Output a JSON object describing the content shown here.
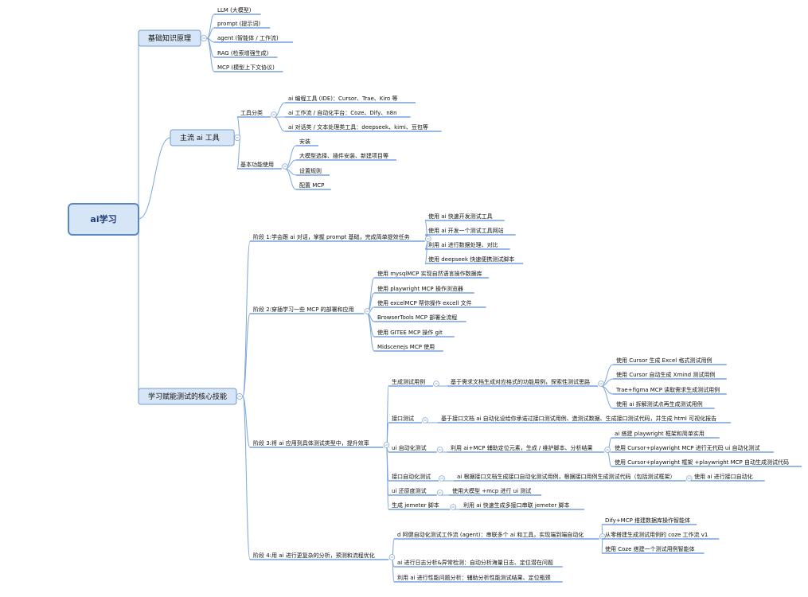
{
  "root": {
    "label": "ai学习"
  },
  "branches": [
    {
      "label": "基础知识原理",
      "children": [
        {
          "label": "LLM (大模型)"
        },
        {
          "label": "prompt (提示词)"
        },
        {
          "label": "agent (智能体 / 工作流)"
        },
        {
          "label": "RAG (检索增强生成)"
        },
        {
          "label": "MCP (模型上下文协议)"
        }
      ]
    },
    {
      "label": "主流 ai 工具",
      "children": [
        {
          "label": "工具分类",
          "children": [
            {
              "label": "ai 编程工具 (IDE)：Cursor、Trae、Kiro 等"
            },
            {
              "label": "ai 工作流 / 自动化平台：Coze、Dify、n8n"
            },
            {
              "label": "ai 对话类 / 文本处理类工具：deepseek、kimi、豆包等"
            }
          ]
        },
        {
          "label": "基本功能使用",
          "children": [
            {
              "label": "安装"
            },
            {
              "label": "大模型选择、插件安装、新建项目等"
            },
            {
              "label": "设置规则"
            },
            {
              "label": "配置 MCP"
            }
          ]
        }
      ]
    },
    {
      "label": "学习赋能测试的核心技能",
      "children": [
        {
          "label": "阶段 1:学会跟 ai 对话，掌握 prompt 基础，完成简单提效任务",
          "children": [
            {
              "label": "使用 ai 快速开发测试工具"
            },
            {
              "label": "使用 ai 开发一个测试工具网站"
            },
            {
              "label": "利用 ai 进行数据处理、对比"
            },
            {
              "label": "使用 deepseek 快速便携测试脚本"
            }
          ]
        },
        {
          "label": "阶段 2:穿插学习一些 MCP 的部署和应用",
          "children": [
            {
              "label": "使用 mysqlMCP 实现自然语言操作数据库"
            },
            {
              "label": "使用 playwright MCP 操作浏览器"
            },
            {
              "label": "使用 excelMCP 帮你操作 excell 文件"
            },
            {
              "label": "BrowserTools MCP 部署全流程"
            },
            {
              "label": "使用 GITEE MCP 操作 git"
            },
            {
              "label": "Midscenejs MCP 使用"
            }
          ]
        },
        {
          "label": "阶段 3:将 ai 应用到具体测试类型中，提升效率",
          "children": [
            {
              "label": "生成测试用例",
              "children": [
                {
                  "label": "基于需求文档生成对应格式的功能用例，探索性测试思路",
                  "children": [
                    {
                      "label": "使用 Cursor 生成 Excel 格式测试用例"
                    },
                    {
                      "label": "使用 Cursor 自动生成 Xmind 测试用例"
                    },
                    {
                      "label": "Trae+figma MCP 读取需求生成测试用例"
                    },
                    {
                      "label": "使用 ai 拆解测试点再生成测试用例"
                    }
                  ]
                }
              ]
            },
            {
              "label": "接口测试",
              "children": [
                {
                  "label": "基于接口文档 ai 自动化设给你承诺过接口测试用例、造测试数据、生成接口测试代码，并生成 html 可视化报告"
                }
              ]
            },
            {
              "label": "ui 自动化测试",
              "children": [
                {
                  "label": "利用 ai+MCP 辅助定位元素，生成 / 维护脚本、分析结果",
                  "children": [
                    {
                      "label": "ai 搭建 playwright 框架和简单实用"
                    },
                    {
                      "label": "使用 Cursor+playwright MCP 进行无代码 ui 自动化测试"
                    },
                    {
                      "label": "使用 Cursor+playwright 框架 +playwright MCP 自动生成测试代码"
                    }
                  ]
                }
              ]
            },
            {
              "label": "接口自动化测试",
              "children": [
                {
                  "label": "ai 根据接口文档生成接口自动化测试用例，根据接口用例生成测试代码（包括测试框架）",
                  "children": [
                    {
                      "label": "使用 ai 进行接口自动化"
                    }
                  ]
                }
              ]
            },
            {
              "label": "ui 还原度测试",
              "children": [
                {
                  "label": "使用大模型 +mcp 进行 ui 测试"
                }
              ]
            },
            {
              "label": "生成 jemeter 脚本",
              "children": [
                {
                  "label": "利用 ai 快速生成多接口串联 jemeter 脚本"
                }
              ]
            }
          ]
        },
        {
          "label": "阶段 4:用 ai 进行更复杂的分析，预测和流程优化",
          "children": [
            {
              "label": "d 阿健自动化测试工作流 (agent)：串联多个 ai 和工具，实现端到端自动化",
              "children": [
                {
                  "label": "Dify+MCP 搭建数据库操作智能体"
                },
                {
                  "label": "从零搭建生成测试用例的 coze 工作流 v1"
                },
                {
                  "label": "使用 Coze 搭建一个测试用例智能体"
                }
              ]
            },
            {
              "label": "ai 进行日志分析&异常检测：自动分析海量日志、定位潜在问题"
            },
            {
              "label": "利用 ai 进行性能问题分析：辅助分析性能测试结果、定位瓶颈"
            }
          ]
        }
      ]
    }
  ]
}
